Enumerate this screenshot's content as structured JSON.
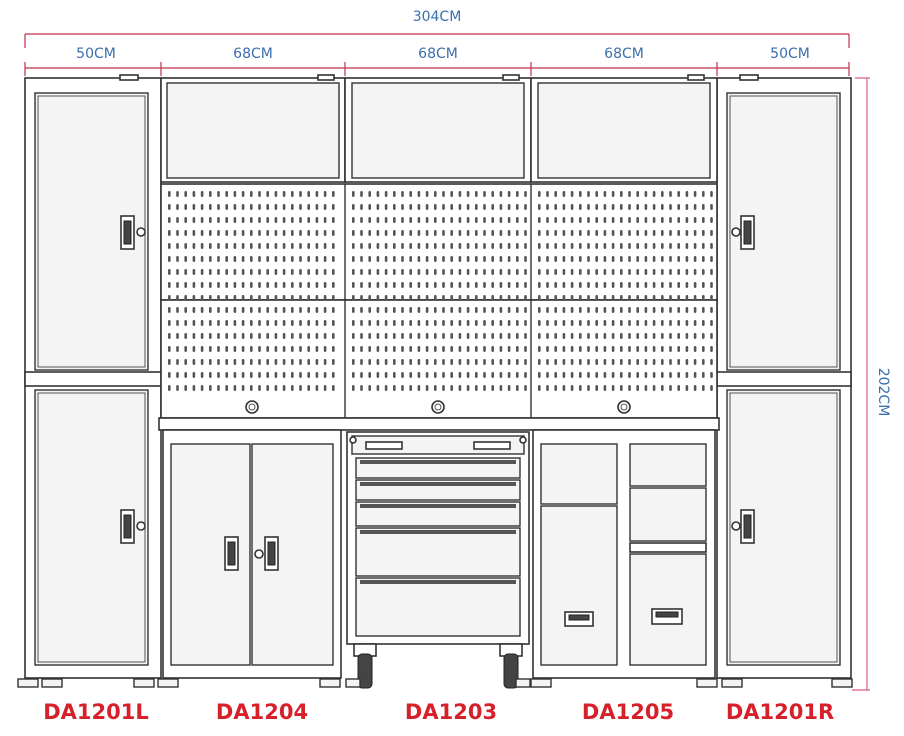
{
  "dimensions": {
    "total_width": "304CM",
    "segments": [
      "50CM",
      "68CM",
      "68CM",
      "68CM",
      "50CM"
    ],
    "height": "202CM"
  },
  "models": [
    "DA1201L",
    "DA1204",
    "DA1203",
    "DA1205",
    "DA1201R"
  ],
  "colors": {
    "dimension_line": "#c0304a",
    "dimension_text": "#3b6fb0",
    "height_line": "#d85a7a",
    "model_label": "#d6202a",
    "outline": "#333333"
  }
}
